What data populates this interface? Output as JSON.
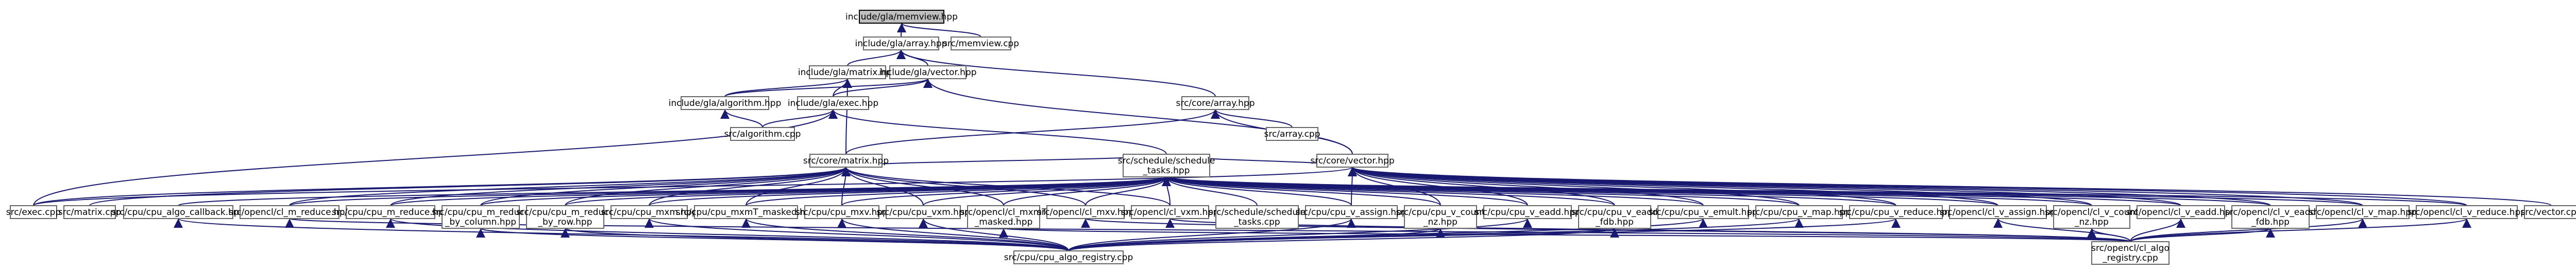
{
  "diagram": {
    "type": "include-dependency-graph",
    "colors": {
      "node_border": "#666666",
      "root_fill": "#bfbfbf",
      "edge": "#191970",
      "background": "#ffffff"
    },
    "nodes": [
      {
        "id": "memview_hpp",
        "lines": [
          "include/gla/memview.hpp"
        ],
        "root": true
      },
      {
        "id": "array_hpp",
        "lines": [
          "include/gla/array.hpp"
        ]
      },
      {
        "id": "memview_cpp",
        "lines": [
          "src/memview.cpp"
        ]
      },
      {
        "id": "matrix_hpp",
        "lines": [
          "include/gla/matrix.hpp"
        ]
      },
      {
        "id": "vector_hpp",
        "lines": [
          "include/gla/vector.hpp"
        ]
      },
      {
        "id": "algorithm_hpp",
        "lines": [
          "include/gla/algorithm.hpp"
        ]
      },
      {
        "id": "exec_hpp",
        "lines": [
          "include/gla/exec.hpp"
        ]
      },
      {
        "id": "core_array_hpp",
        "lines": [
          "src/core/array.hpp"
        ]
      },
      {
        "id": "algorithm_cpp",
        "lines": [
          "src/algorithm.cpp"
        ]
      },
      {
        "id": "array_cpp",
        "lines": [
          "src/array.cpp"
        ]
      },
      {
        "id": "core_matrix_hpp",
        "lines": [
          "src/core/matrix.hpp"
        ]
      },
      {
        "id": "sched_tasks_hpp",
        "lines": [
          "src/schedule/schedule",
          "_tasks.hpp"
        ]
      },
      {
        "id": "core_vector_hpp",
        "lines": [
          "src/core/vector.hpp"
        ]
      },
      {
        "id": "exec_cpp",
        "lines": [
          "src/exec.cpp"
        ]
      },
      {
        "id": "matrix_cpp",
        "lines": [
          "src/matrix.cpp"
        ]
      },
      {
        "id": "cpu_algo_callback",
        "lines": [
          "src/cpu/cpu_algo_callback.hpp"
        ]
      },
      {
        "id": "ocl_m_reduce",
        "lines": [
          "src/opencl/cl_m_reduce.hpp"
        ]
      },
      {
        "id": "cpu_m_reduce",
        "lines": [
          "src/cpu/cpu_m_reduce.hpp"
        ]
      },
      {
        "id": "cpu_m_reduce_col",
        "lines": [
          "src/cpu/cpu_m_reduce",
          "_by_column.hpp"
        ]
      },
      {
        "id": "cpu_m_reduce_row",
        "lines": [
          "src/cpu/cpu_m_reduce",
          "_by_row.hpp"
        ]
      },
      {
        "id": "cpu_mxm",
        "lines": [
          "src/cpu/cpu_mxm.hpp"
        ]
      },
      {
        "id": "cpu_mxmT_masked",
        "lines": [
          "src/cpu/cpu_mxmT_masked.hpp"
        ]
      },
      {
        "id": "cpu_mxv",
        "lines": [
          "src/cpu/cpu_mxv.hpp"
        ]
      },
      {
        "id": "cpu_vxm",
        "lines": [
          "src/cpu/cpu_vxm.hpp"
        ]
      },
      {
        "id": "ocl_mxmT_masked",
        "lines": [
          "src/opencl/cl_mxmT",
          "_masked.hpp"
        ]
      },
      {
        "id": "ocl_mxv",
        "lines": [
          "src/opencl/cl_mxv.hpp"
        ]
      },
      {
        "id": "ocl_vxm",
        "lines": [
          "src/opencl/cl_vxm.hpp"
        ]
      },
      {
        "id": "sched_tasks_cpp",
        "lines": [
          "src/schedule/schedule",
          "_tasks.cpp"
        ]
      },
      {
        "id": "cpu_v_assign",
        "lines": [
          "src/cpu/cpu_v_assign.hpp"
        ]
      },
      {
        "id": "cpu_v_count_nz",
        "lines": [
          "src/cpu/cpu_v_count",
          "_nz.hpp"
        ]
      },
      {
        "id": "cpu_v_eadd",
        "lines": [
          "src/cpu/cpu_v_eadd.hpp"
        ]
      },
      {
        "id": "cpu_v_eadd_fdb",
        "lines": [
          "src/cpu/cpu_v_eadd",
          "_fdb.hpp"
        ]
      },
      {
        "id": "cpu_v_emult",
        "lines": [
          "src/cpu/cpu_v_emult.hpp"
        ]
      },
      {
        "id": "cpu_v_map",
        "lines": [
          "src/cpu/cpu_v_map.hpp"
        ]
      },
      {
        "id": "cpu_v_reduce",
        "lines": [
          "src/cpu/cpu_v_reduce.hpp"
        ]
      },
      {
        "id": "ocl_v_assign",
        "lines": [
          "src/opencl/cl_v_assign.hpp"
        ]
      },
      {
        "id": "ocl_v_count_nz",
        "lines": [
          "src/opencl/cl_v_count",
          "_nz.hpp"
        ]
      },
      {
        "id": "ocl_v_eadd",
        "lines": [
          "src/opencl/cl_v_eadd.hpp"
        ]
      },
      {
        "id": "ocl_v_eadd_fdb",
        "lines": [
          "src/opencl/cl_v_eadd",
          "_fdb.hpp"
        ]
      },
      {
        "id": "ocl_v_map",
        "lines": [
          "src/opencl/cl_v_map.hpp"
        ]
      },
      {
        "id": "ocl_v_reduce",
        "lines": [
          "src/opencl/cl_v_reduce.hpp"
        ]
      },
      {
        "id": "vector_cpp",
        "lines": [
          "src/vector.cpp"
        ]
      },
      {
        "id": "cpu_algo_registry",
        "lines": [
          "src/cpu/cpu_algo_registry.cpp"
        ]
      },
      {
        "id": "ocl_algo_registry",
        "lines": [
          "src/opencl/cl_algo",
          "_registry.cpp"
        ]
      }
    ],
    "edges": [
      [
        "array_hpp",
        "memview_hpp"
      ],
      [
        "memview_cpp",
        "memview_hpp"
      ],
      [
        "matrix_hpp",
        "array_hpp"
      ],
      [
        "vector_hpp",
        "array_hpp"
      ],
      [
        "core_array_hpp",
        "array_hpp"
      ],
      [
        "algorithm_hpp",
        "matrix_hpp"
      ],
      [
        "exec_hpp",
        "matrix_hpp"
      ],
      [
        "algorithm_hpp",
        "vector_hpp"
      ],
      [
        "exec_hpp",
        "vector_hpp"
      ],
      [
        "core_matrix_hpp",
        "matrix_hpp"
      ],
      [
        "core_vector_hpp",
        "vector_hpp"
      ],
      [
        "algorithm_cpp",
        "algorithm_hpp"
      ],
      [
        "algorithm_cpp",
        "exec_hpp"
      ],
      [
        "exec_cpp",
        "exec_hpp"
      ],
      [
        "sched_tasks_hpp",
        "exec_hpp"
      ],
      [
        "array_cpp",
        "core_array_hpp"
      ],
      [
        "core_matrix_hpp",
        "core_array_hpp"
      ],
      [
        "core_vector_hpp",
        "core_array_hpp"
      ],
      [
        "matrix_cpp",
        "core_matrix_hpp"
      ],
      [
        "exec_cpp",
        "core_matrix_hpp"
      ],
      [
        "vector_cpp",
        "core_vector_hpp"
      ],
      [
        "exec_cpp",
        "core_vector_hpp"
      ],
      [
        "cpu_algo_callback",
        "sched_tasks_hpp"
      ],
      [
        "ocl_m_reduce",
        "sched_tasks_hpp"
      ],
      [
        "cpu_m_reduce",
        "sched_tasks_hpp"
      ],
      [
        "cpu_m_reduce_col",
        "sched_tasks_hpp"
      ],
      [
        "cpu_m_reduce_row",
        "sched_tasks_hpp"
      ],
      [
        "cpu_mxm",
        "sched_tasks_hpp"
      ],
      [
        "cpu_mxmT_masked",
        "sched_tasks_hpp"
      ],
      [
        "cpu_mxv",
        "sched_tasks_hpp"
      ],
      [
        "cpu_vxm",
        "sched_tasks_hpp"
      ],
      [
        "ocl_mxmT_masked",
        "sched_tasks_hpp"
      ],
      [
        "ocl_mxv",
        "sched_tasks_hpp"
      ],
      [
        "ocl_vxm",
        "sched_tasks_hpp"
      ],
      [
        "sched_tasks_cpp",
        "sched_tasks_hpp"
      ],
      [
        "cpu_v_assign",
        "sched_tasks_hpp"
      ],
      [
        "cpu_v_count_nz",
        "sched_tasks_hpp"
      ],
      [
        "cpu_v_eadd",
        "sched_tasks_hpp"
      ],
      [
        "cpu_v_eadd_fdb",
        "sched_tasks_hpp"
      ],
      [
        "cpu_v_emult",
        "sched_tasks_hpp"
      ],
      [
        "cpu_v_map",
        "sched_tasks_hpp"
      ],
      [
        "cpu_v_reduce",
        "sched_tasks_hpp"
      ],
      [
        "ocl_v_assign",
        "sched_tasks_hpp"
      ],
      [
        "ocl_v_count_nz",
        "sched_tasks_hpp"
      ],
      [
        "ocl_v_eadd",
        "sched_tasks_hpp"
      ],
      [
        "ocl_v_eadd_fdb",
        "sched_tasks_hpp"
      ],
      [
        "ocl_v_map",
        "sched_tasks_hpp"
      ],
      [
        "ocl_v_reduce",
        "sched_tasks_hpp"
      ],
      [
        "cpu_m_reduce",
        "core_matrix_hpp"
      ],
      [
        "cpu_m_reduce_col",
        "core_matrix_hpp"
      ],
      [
        "cpu_m_reduce_row",
        "core_matrix_hpp"
      ],
      [
        "cpu_mxm",
        "core_matrix_hpp"
      ],
      [
        "cpu_mxmT_masked",
        "core_matrix_hpp"
      ],
      [
        "cpu_mxv",
        "core_matrix_hpp"
      ],
      [
        "ocl_m_reduce",
        "core_matrix_hpp"
      ],
      [
        "ocl_mxmT_masked",
        "core_matrix_hpp"
      ],
      [
        "ocl_mxv",
        "core_matrix_hpp"
      ],
      [
        "cpu_vxm",
        "core_matrix_hpp"
      ],
      [
        "ocl_vxm",
        "core_matrix_hpp"
      ],
      [
        "sched_tasks_hpp",
        "core_matrix_hpp"
      ],
      [
        "cpu_v_assign",
        "core_vector_hpp"
      ],
      [
        "cpu_v_count_nz",
        "core_vector_hpp"
      ],
      [
        "cpu_v_eadd",
        "core_vector_hpp"
      ],
      [
        "cpu_v_eadd_fdb",
        "core_vector_hpp"
      ],
      [
        "cpu_v_emult",
        "core_vector_hpp"
      ],
      [
        "cpu_v_map",
        "core_vector_hpp"
      ],
      [
        "cpu_v_reduce",
        "core_vector_hpp"
      ],
      [
        "ocl_v_assign",
        "core_vector_hpp"
      ],
      [
        "ocl_v_count_nz",
        "core_vector_hpp"
      ],
      [
        "ocl_v_eadd",
        "core_vector_hpp"
      ],
      [
        "ocl_v_eadd_fdb",
        "core_vector_hpp"
      ],
      [
        "ocl_v_map",
        "core_vector_hpp"
      ],
      [
        "ocl_v_reduce",
        "core_vector_hpp"
      ],
      [
        "sched_tasks_hpp",
        "core_vector_hpp"
      ],
      [
        "cpu_algo_registry",
        "cpu_algo_callback"
      ],
      [
        "cpu_algo_registry",
        "cpu_m_reduce"
      ],
      [
        "cpu_algo_registry",
        "cpu_m_reduce_col"
      ],
      [
        "cpu_algo_registry",
        "cpu_m_reduce_row"
      ],
      [
        "cpu_algo_registry",
        "cpu_mxm"
      ],
      [
        "cpu_algo_registry",
        "cpu_mxmT_masked"
      ],
      [
        "cpu_algo_registry",
        "cpu_mxv"
      ],
      [
        "cpu_algo_registry",
        "cpu_vxm"
      ],
      [
        "cpu_algo_registry",
        "cpu_v_assign"
      ],
      [
        "cpu_algo_registry",
        "cpu_v_count_nz"
      ],
      [
        "cpu_algo_registry",
        "cpu_v_eadd"
      ],
      [
        "cpu_algo_registry",
        "cpu_v_eadd_fdb"
      ],
      [
        "cpu_algo_registry",
        "cpu_v_emult"
      ],
      [
        "cpu_algo_registry",
        "cpu_v_map"
      ],
      [
        "cpu_algo_registry",
        "cpu_v_reduce"
      ],
      [
        "ocl_algo_registry",
        "ocl_m_reduce"
      ],
      [
        "ocl_algo_registry",
        "ocl_mxmT_masked"
      ],
      [
        "ocl_algo_registry",
        "ocl_mxv"
      ],
      [
        "ocl_algo_registry",
        "ocl_vxm"
      ],
      [
        "ocl_algo_registry",
        "ocl_v_assign"
      ],
      [
        "ocl_algo_registry",
        "ocl_v_count_nz"
      ],
      [
        "ocl_algo_registry",
        "ocl_v_eadd"
      ],
      [
        "ocl_algo_registry",
        "ocl_v_eadd_fdb"
      ],
      [
        "ocl_algo_registry",
        "ocl_v_map"
      ],
      [
        "ocl_algo_registry",
        "ocl_v_reduce"
      ]
    ]
  }
}
